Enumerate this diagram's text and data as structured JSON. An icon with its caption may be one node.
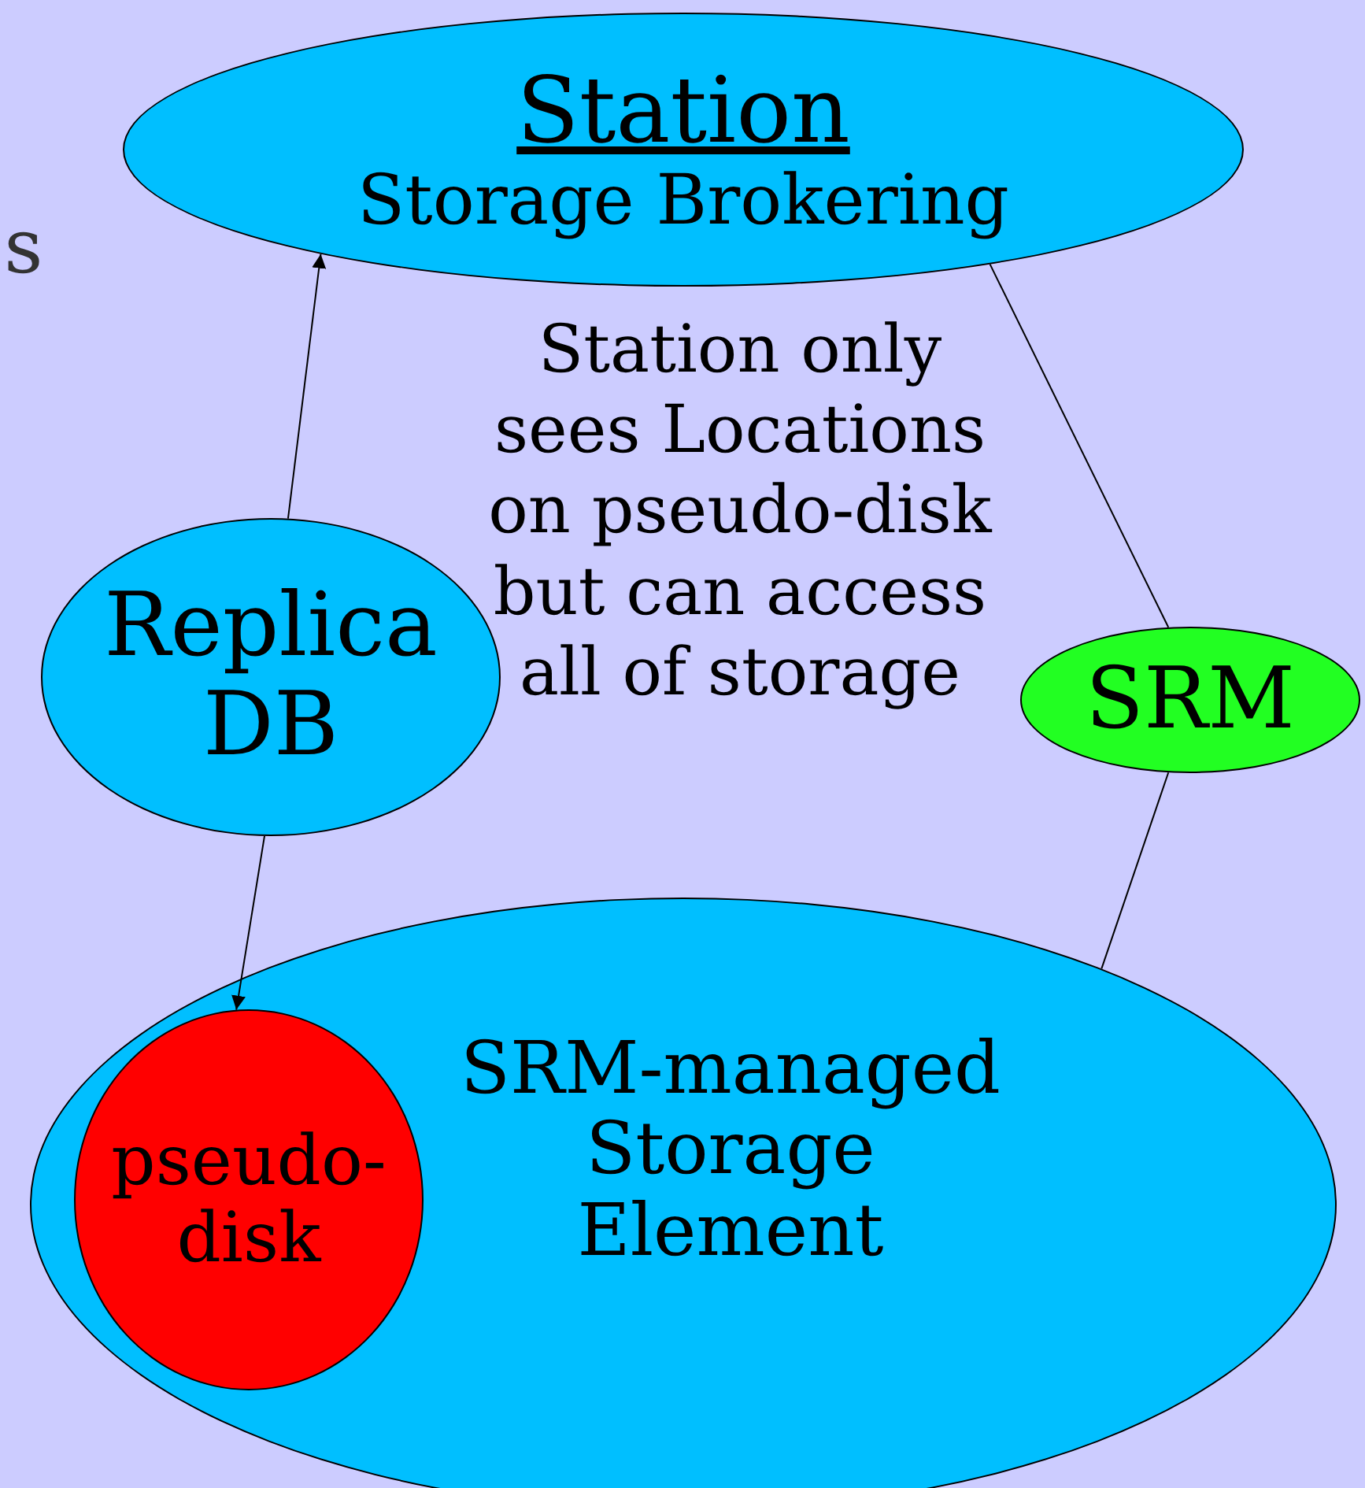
{
  "diagram": {
    "nodes": [
      {
        "text": [
          "Station",
          "Storage Brokering"
        ]
      },
      {
        "text": [
          "Replica DB"
        ]
      },
      {
        "text": [
          "SRM"
        ]
      },
      {
        "text": [
          "SRM-managed Storage Element"
        ]
      },
      {
        "text": [
          "pseudo-disk"
        ],
        "in": 3
      }
    ],
    "edges": [
      {
        "from": 1,
        "to": 0,
        "arrow": "to"
      },
      {
        "from": 1,
        "to": 4,
        "arrow": "to"
      },
      {
        "from": 0,
        "to": 2,
        "arrow": "none"
      },
      {
        "from": 2,
        "to": 3,
        "arrow": "none"
      }
    ],
    "labels": [
      "s",
      "Station only sees Locations on pseudo-disk but can access all of storage"
    ]
  }
}
